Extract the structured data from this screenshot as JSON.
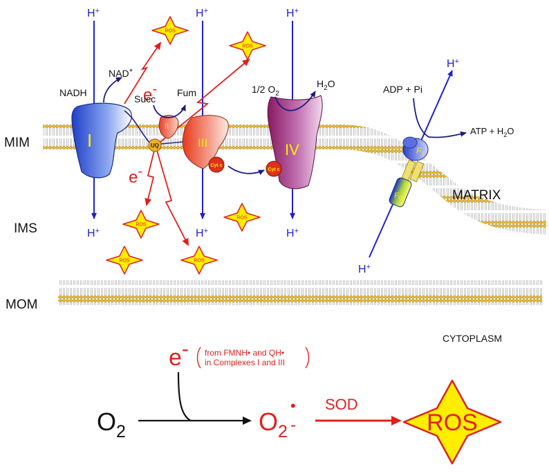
{
  "labels": {
    "mim": "MIM",
    "ims": "IMS",
    "mom": "MOM",
    "matrix": "MATRIX",
    "cytoplasm": "CYTOPLASM"
  },
  "protons": {
    "h": "H",
    "plus": "+"
  },
  "complexes": {
    "c1": "I",
    "c2": "II",
    "c3": "III",
    "c4": "IV",
    "uq": "UQ",
    "cyt_c": "Cyt c",
    "f1": "F",
    "f1_sub": "1",
    "fo": "F",
    "fo_sub": "O"
  },
  "substrates": {
    "nadh": "NADH",
    "nad": "NAD",
    "nad_sup": "+",
    "succ": "Succ",
    "fum": "Fum",
    "half_o2": "1/2 O",
    "half_o2_sub": "2",
    "h2o_h": "H",
    "h2o_sub": "2",
    "h2o_o": "O",
    "adp_pi": "ADP + Pi",
    "atp_h2o": "ATP + H",
    "atp_h2o_sub": "2",
    "atp_h2o_o": "O"
  },
  "electron": {
    "e": "e",
    "minus": "-"
  },
  "ros": "ROS",
  "equation": {
    "o2": "O",
    "o2_sub": "2",
    "e": "e",
    "e_minus": "-",
    "source_line1": "from FMNH• and  QH•",
    "source_line2": "in Complexes I and III",
    "superoxide": "O",
    "superoxide_sub": "2",
    "superoxide_sup": "•",
    "superoxide_minus": "-",
    "sod": "SOD",
    "ros": "ROS"
  },
  "colors": {
    "proton_blue": "#1f1fd0",
    "ros_red": "#e0201e",
    "arrow_navy": "#1c1c80",
    "star_fill": "#ffee00",
    "membrane_head": "#e8b830",
    "complex4": "#9a2a70"
  }
}
